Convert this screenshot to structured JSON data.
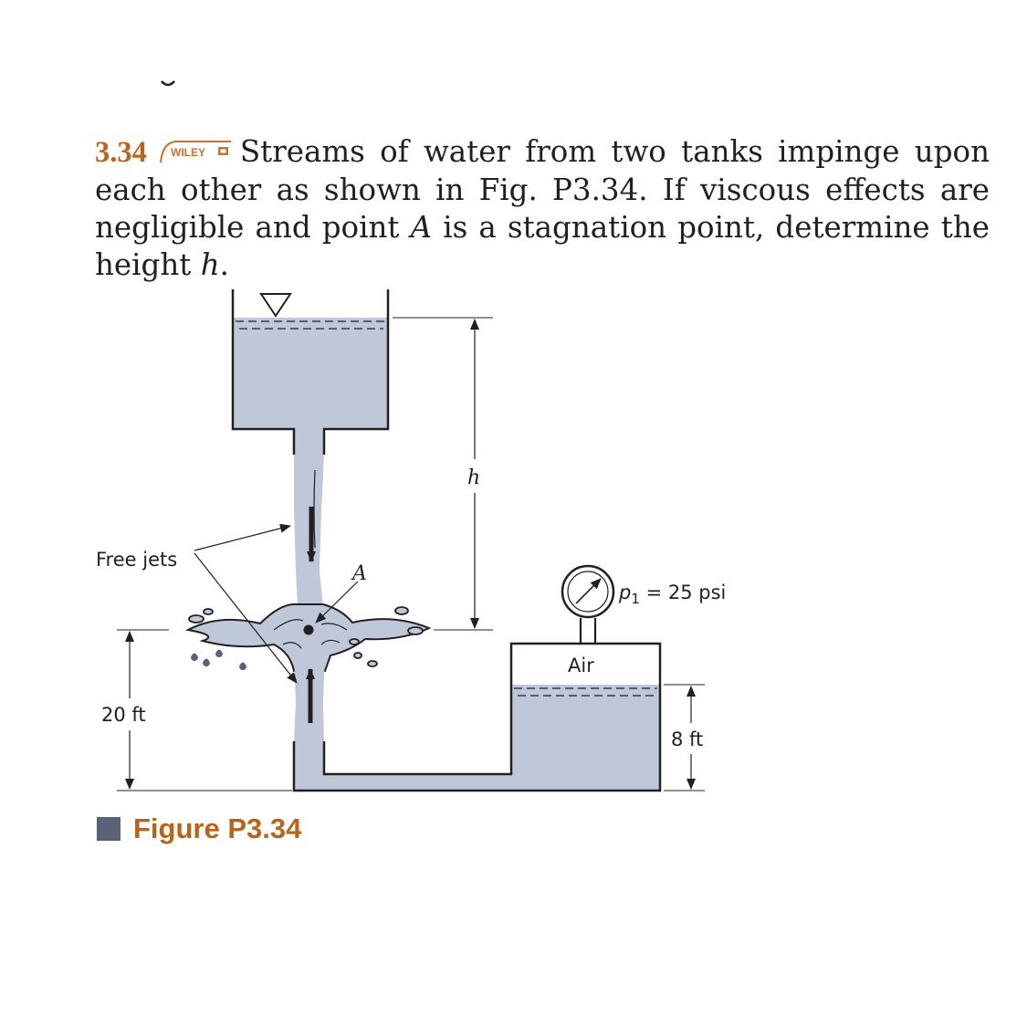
{
  "problem": {
    "number": "3.34",
    "badge": "WILEY",
    "text_1": "Streams of water from two tanks impinge upon each other as shown in Fig. P3.34. If viscous effects are negligible and point ",
    "var_A": "A",
    "text_2": " is a stagnation point, determine the height ",
    "var_h": "h",
    "text_3": "."
  },
  "figure": {
    "label_free_jets": "Free jets",
    "label_A": "A",
    "label_h": "h",
    "label_p1_sym": "p",
    "label_p1_sub": "1",
    "label_p1_val": " = 25 psi",
    "label_air": "Air",
    "label_20ft": "20 ft",
    "label_8ft": "8 ft"
  },
  "caption": "Figure P3.34",
  "colors": {
    "water": "#bfc8d9",
    "accent": "#b8651b",
    "line": "#231f20"
  }
}
